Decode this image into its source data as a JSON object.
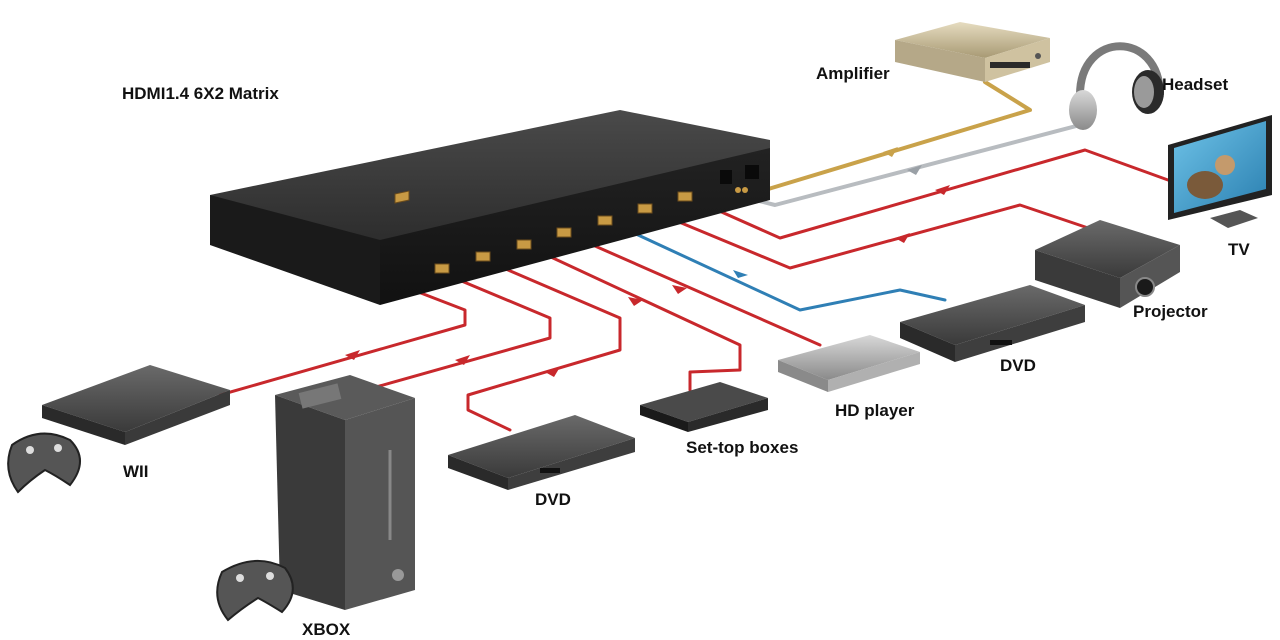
{
  "title": "HDMI1.4 6X2 Matrix",
  "devices": {
    "amplifier": "Amplifier",
    "headset": "Headset",
    "tv": "TV",
    "projector": "Projector",
    "dvd_right": "DVD",
    "hd_player": "HD player",
    "set_top_boxes": "Set-top boxes",
    "dvd_left": "DVD",
    "wii": "WII",
    "xbox": "XBOX"
  },
  "colors": {
    "hdmi_cable": "#c8282c",
    "audio_cable_gold": "#c9a24a",
    "audio_cable_silver": "#b8bcc0",
    "blue_cable": "#2f7fb5",
    "matrix_body": "#2c2c2c",
    "device_body": "#4a4a4a",
    "port": "#c89a44"
  },
  "icons": [
    "gamepad-icon",
    "headphones-icon",
    "tv-icon"
  ]
}
